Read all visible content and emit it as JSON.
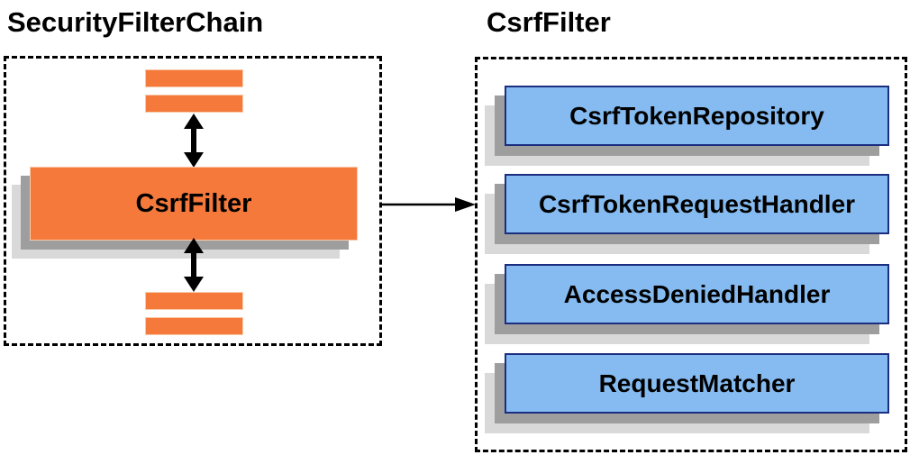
{
  "diagram": {
    "left_panel": {
      "title": "SecurityFilterChain",
      "csrf_filter_label": "CsrfFilter"
    },
    "right_panel": {
      "title": "CsrfFilter",
      "components": [
        "CsrfTokenRepository",
        "CsrfTokenRequestHandler",
        "AccessDeniedHandler",
        "RequestMatcher"
      ]
    },
    "colors": {
      "filter_orange": "#F4793B",
      "component_blue_fill": "#85BBF0",
      "component_blue_border": "#1C2E80",
      "shadow_mid": "#9E9E9E",
      "shadow_light": "#D9D9D9",
      "connector_black": "#000000"
    }
  }
}
